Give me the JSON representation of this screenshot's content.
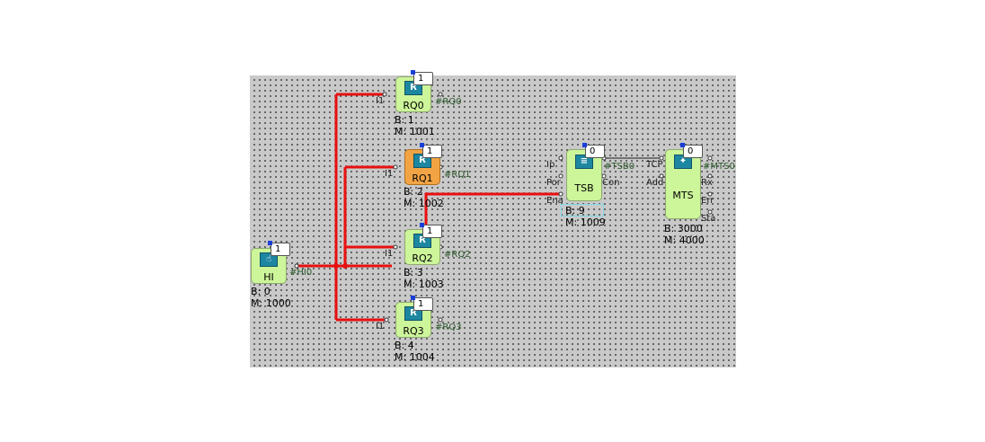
{
  "colors": {
    "canvas": "#c9c9c9",
    "wire_active": "#e81010",
    "wire_idle": "#202020",
    "block_green": "#cdf59a",
    "block_orange": "#f2a444",
    "pin_label": "#2b5a2b"
  },
  "blocks": {
    "hi": {
      "name": "HI",
      "badge": "1",
      "b": "B: 0",
      "m": "M: 1000",
      "tag": "#HI0",
      "icon": "hand-icon"
    },
    "rq0": {
      "name": "RQ0",
      "badge": "1",
      "b": "B: 1",
      "m": "M: 1001",
      "tag": "#RQ0",
      "in": "I1",
      "icon": "relay-icon"
    },
    "rq1": {
      "name": "RQ1",
      "badge": "1",
      "b": "B: 2",
      "m": "M: 1002",
      "tag": "#RQ1",
      "in": "I1",
      "icon": "relay-icon"
    },
    "rq2": {
      "name": "RQ2",
      "badge": "1",
      "b": "B: 3",
      "m": "M: 1003",
      "tag": "#RQ2",
      "in": "I1",
      "icon": "relay-icon"
    },
    "rq3": {
      "name": "RQ3",
      "badge": "1",
      "b": "B: 4",
      "m": "M: 1004",
      "tag": "#RQ3",
      "in": "I1",
      "icon": "relay-icon"
    },
    "tsb": {
      "name": "TSB",
      "badge": "0",
      "b": "B: 9",
      "m": "M: 1009",
      "tag": "#TSB0",
      "in_ip": "Ip",
      "in_por": "Por",
      "in_ena": "Ena",
      "out_con": "Con",
      "icon": "network-icon"
    },
    "mts": {
      "name": "MTS",
      "badge": "0",
      "b": "B: 3000",
      "m": "M: 4000",
      "tag": "#MTS0",
      "in_tcp": "TCP",
      "in_add": "Add",
      "out_rx": "Rx",
      "out_err": "Err",
      "out_sta": "Sta",
      "icon": "modbus-icon"
    }
  }
}
